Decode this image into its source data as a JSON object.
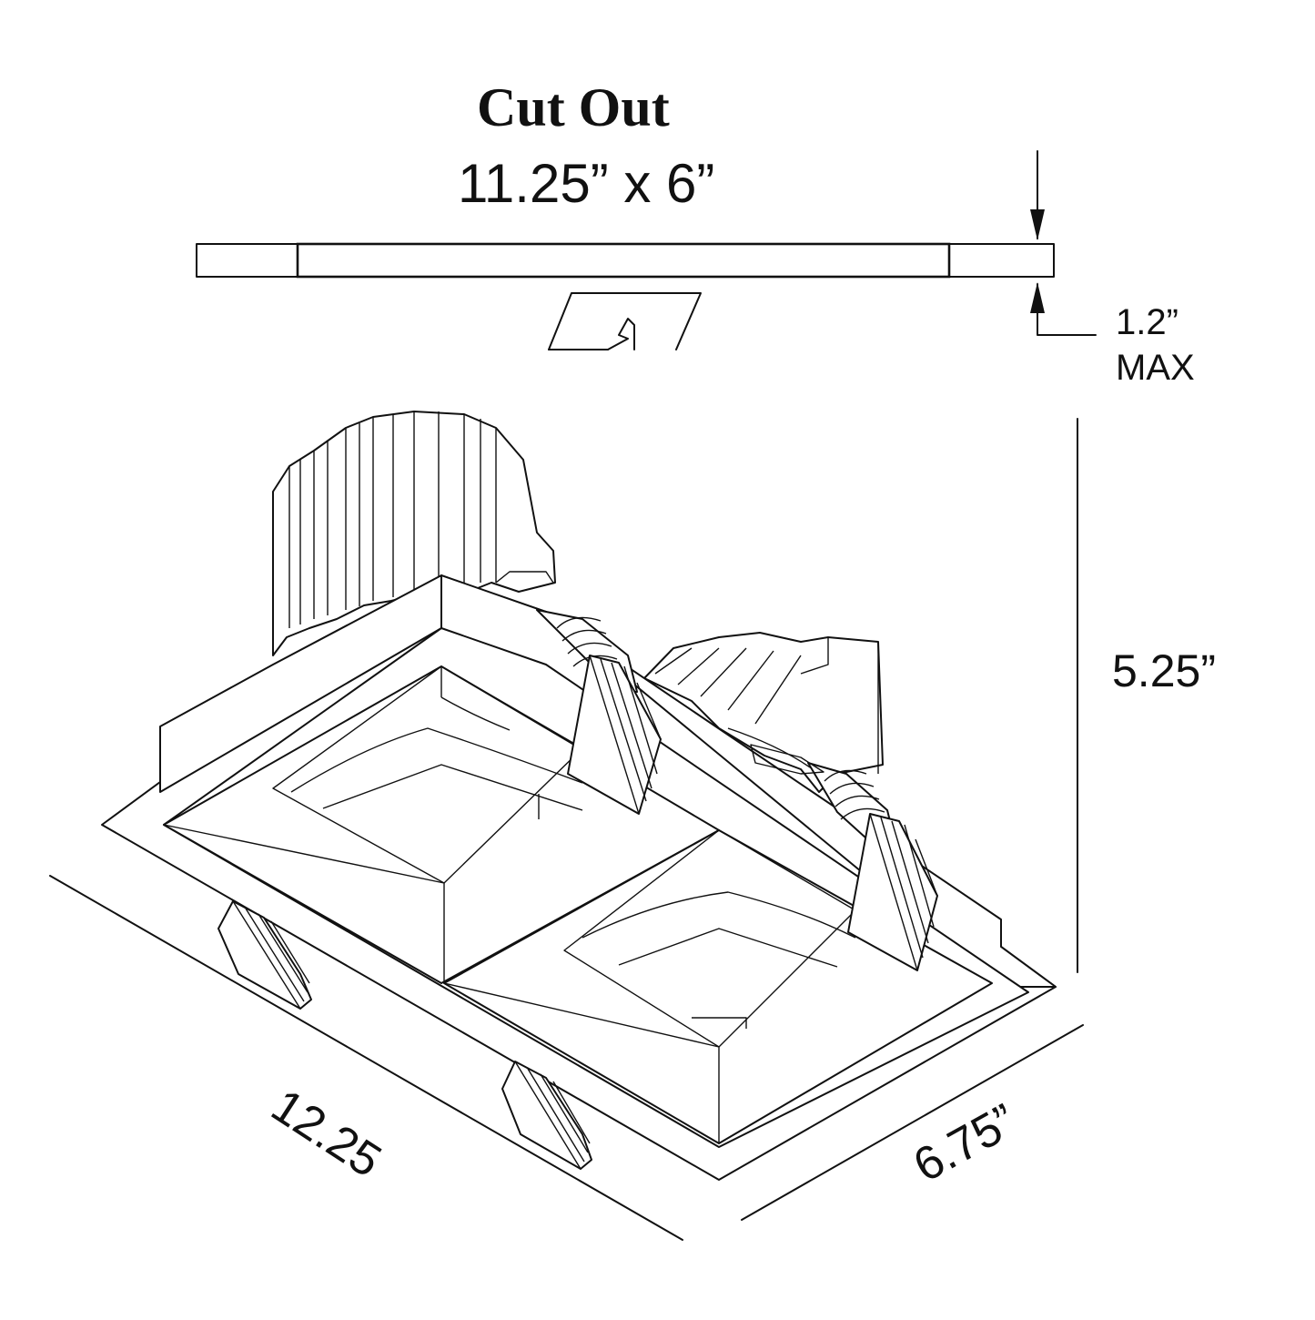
{
  "title": "Cut Out",
  "cutout_size": "11.25” x 6”",
  "ceiling_thickness": {
    "value": "1.2”",
    "qualifier": "MAX"
  },
  "dimensions": {
    "height": "5.25”",
    "length": "12.25",
    "width": "6.75”"
  }
}
